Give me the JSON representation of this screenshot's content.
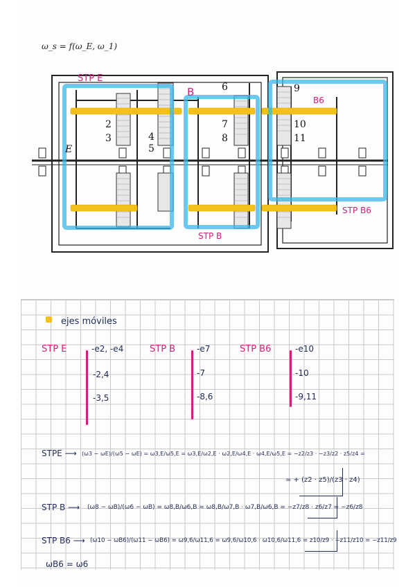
{
  "header": {
    "formula": "ω_s = f(ω_E, ω_1)"
  },
  "diagram": {
    "labels": {
      "E": "E",
      "B": "B",
      "B6": "B6",
      "stp_e": "STP E",
      "stp_b": "STP B",
      "stp_b6": "STP B6",
      "gear_2": "2",
      "gear_3": "3",
      "gear_4": "4",
      "gear_5": "5",
      "gear_6": "6",
      "gear_7": "7",
      "gear_8": "8",
      "gear_9": "9",
      "gear_10": "10",
      "gear_11": "11"
    },
    "colors": {
      "stp_box": "#39b7ea",
      "shaft": "#f2c21b",
      "annotation": "#d21f7a"
    }
  },
  "notes": {
    "title": "ejes móviles",
    "stp_e": {
      "label": "STP E",
      "items": [
        "-e2, -e4",
        "-2,4",
        "-3,5"
      ]
    },
    "stp_b": {
      "label": "STP B",
      "items": [
        "-e7",
        "-7",
        "-8,6"
      ]
    },
    "stp_b6": {
      "label": "STP B6",
      "items": [
        "-e10",
        "-10",
        "-9,11"
      ]
    },
    "eq_e": {
      "lead": "STPE ⟶",
      "line1": "(ω3 − ωE)/(ω5 − ωE) = ω3,E/ω5,E = ω3,E/ω2,E · ω2,E/ω4,E · ω4,E/ω5,E = −z2/z3 · −z3/z2 · z5/z4 =",
      "line2": "= + (z2 · z5)/(z3 · z4)"
    },
    "eq_b": {
      "lead": "STP B ⟶",
      "line": "(ω8 − ωB)/(ω6 − ωB) = ω8,B/ω6,B = ω8,B/ω7,B · ω7,B/ω6,B = −z7/z8 · z6/z7 = −z6/z8"
    },
    "eq_b6": {
      "lead": "STP B6 ⟶",
      "line": "(ω10 − ωB6)/(ω11 − ωB6) = ω9,6/ω11,6 = ω9,6/ω10,6 · ω10,6/ω11,6 = z10/z9 · −z11/z10 = −z11/z9"
    },
    "footer": "ωB6 = ω6"
  }
}
